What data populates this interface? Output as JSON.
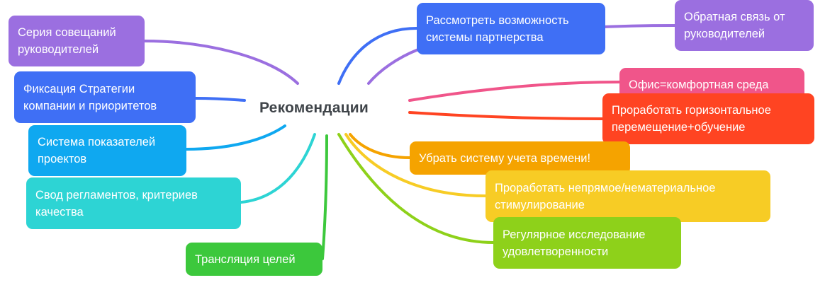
{
  "center": {
    "label": "Рекомендации"
  },
  "colors": {
    "purple": "#9b6fe0",
    "blue": "#3f6ff5",
    "azure": "#0fa8f0",
    "cyan": "#2dd4d4",
    "green": "#3cc83c",
    "lime": "#8ed11a",
    "yellow": "#f7cc25",
    "orange": "#f5a300",
    "red": "#ff4422",
    "pink": "#f0558a"
  },
  "branches": {
    "left": [
      {
        "key": "meetings",
        "label": "Серия совещаний\nруководителей",
        "color": "#9b6fe0"
      },
      {
        "key": "strategy",
        "label": "Фиксация Стратегии\nкомпании и приоритетов",
        "color": "#3f6ff5"
      },
      {
        "key": "kpi",
        "label": "Система показателей\nпроектов",
        "color": "#0fa8f0"
      },
      {
        "key": "regulations",
        "label": "Свод регламентов, критериев\nкачества",
        "color": "#2dd4d4"
      },
      {
        "key": "goals",
        "label": "Трансляция целей",
        "color": "#3cc83c"
      }
    ],
    "right": [
      {
        "key": "partnership",
        "label": "Рассмотреть возможность\nсистемы партнерства",
        "color": "#3f6ff5"
      },
      {
        "key": "feedback",
        "label": "Обратная связь от\nруководителей",
        "color": "#9b6fe0"
      },
      {
        "key": "office",
        "label": "Офис=комфортная среда",
        "color": "#f0558a"
      },
      {
        "key": "rotation",
        "label": "Проработать горизонтальное\nперемещение+обучение",
        "color": "#ff4422"
      },
      {
        "key": "timetracking",
        "label": "Убрать систему учета времени!",
        "color": "#f5a300"
      },
      {
        "key": "motivation",
        "label": "Проработать непрямое/нематериальное\nстимулирование",
        "color": "#f7cc25"
      },
      {
        "key": "survey",
        "label": "Регулярное исследование\nудовлетворенности",
        "color": "#8ed11a"
      }
    ]
  }
}
